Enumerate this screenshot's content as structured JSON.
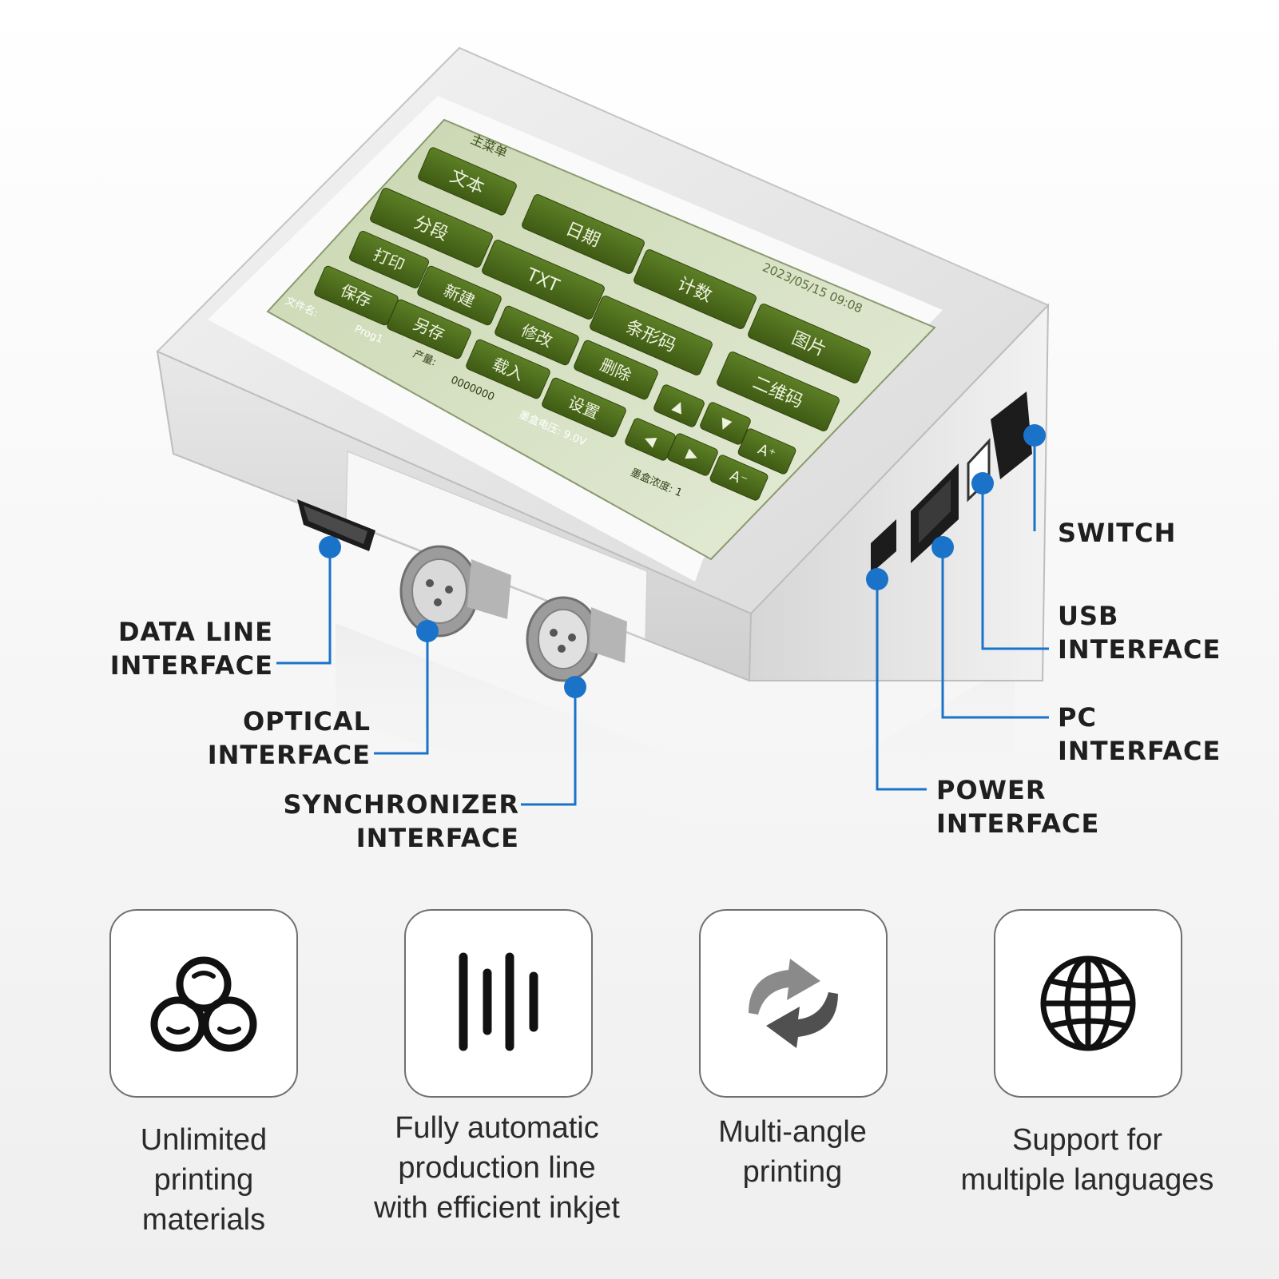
{
  "screen": {
    "title": "主菜单",
    "datetime": "2023/05/15 09:08",
    "buttons": {
      "text": "文本",
      "segment": "分段",
      "date": "日期",
      "print": "打印",
      "txt": "TXT",
      "count": "计数",
      "save": "保存",
      "new": "新建",
      "barcode": "条形码",
      "image": "图片",
      "save_as": "另存",
      "edit": "修改",
      "load": "载入",
      "delete": "删除",
      "qrcode": "二维码",
      "settings": "设置",
      "up": "▲",
      "down": "▼",
      "left": "◀",
      "right": "▶",
      "font_up": "A⁺",
      "font_down": "A⁻"
    },
    "status": {
      "file_label": "文件名:",
      "file_value": "Prog1",
      "count_label": "产量:",
      "count_value": "0000000",
      "voltage": "墨盒电压: 9.0V",
      "density": "墨盒浓度: 1"
    }
  },
  "callouts": {
    "data_line": [
      "DATA LINE",
      "INTERFACE"
    ],
    "optical": [
      "OPTICAL",
      "INTERFACE"
    ],
    "synchronizer": [
      "SYNCHRONIZER",
      "INTERFACE"
    ],
    "switch": [
      "SWITCH"
    ],
    "usb": [
      "USB",
      "INTERFACE"
    ],
    "pc": [
      "PC",
      "INTERFACE"
    ],
    "power": [
      "POWER",
      "INTERFACE"
    ]
  },
  "features": [
    {
      "icon": "materials-circles-icon",
      "lines": [
        "Unlimited",
        "printing",
        "materials"
      ]
    },
    {
      "icon": "inkjet-bars-icon",
      "lines": [
        "Fully automatic",
        "production line",
        "with efficient inkjet"
      ]
    },
    {
      "icon": "rotate-arrows-icon",
      "lines": [
        "Multi-angle",
        "printing"
      ]
    },
    {
      "icon": "globe-icon",
      "lines": [
        "Support for",
        "multiple languages"
      ]
    }
  ],
  "colors": {
    "accent_blue": "#1a73c9",
    "screen_green": "#4f6e1c",
    "casing": "#e2e2e2"
  }
}
